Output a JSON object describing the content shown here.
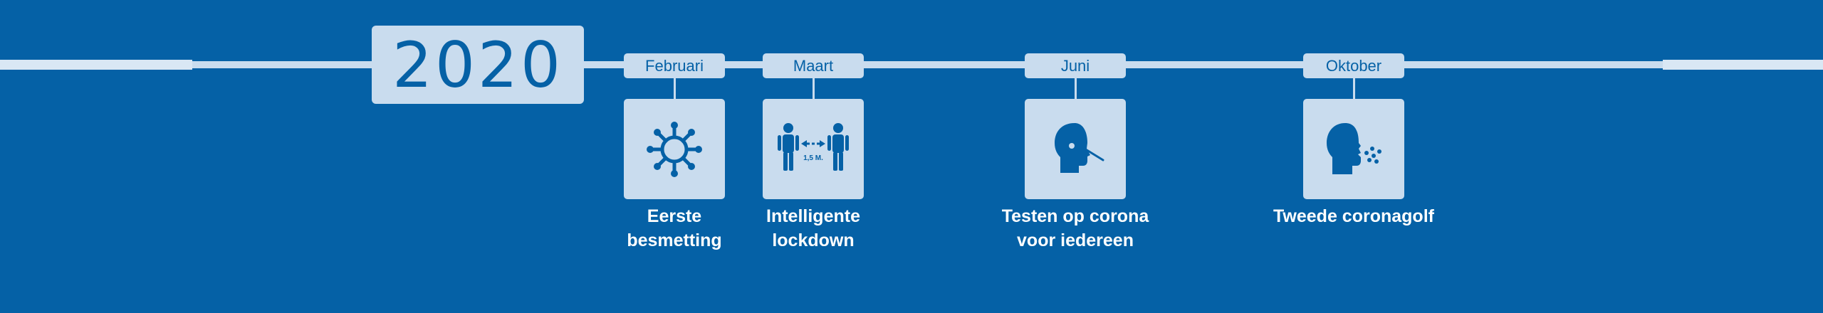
{
  "year": "2020",
  "events": [
    {
      "month": "Februari",
      "icon": "virus-icon",
      "caption": [
        "Eerste",
        "besmetting"
      ]
    },
    {
      "month": "Maart",
      "icon": "social-distance-icon",
      "distance_label": "1,5 M.",
      "caption": [
        "Intelligente",
        "lockdown"
      ]
    },
    {
      "month": "Juni",
      "icon": "nose-swab-test-icon",
      "caption": [
        "Testen op corona",
        "voor iedereen"
      ]
    },
    {
      "month": "Oktober",
      "icon": "coughing-person-icon",
      "caption": [
        "Tweede coronagolf",
        ""
      ]
    }
  ],
  "colors": {
    "background": "#0561a6",
    "panel": "#c9dcee",
    "caption_text": "#ffffff"
  }
}
